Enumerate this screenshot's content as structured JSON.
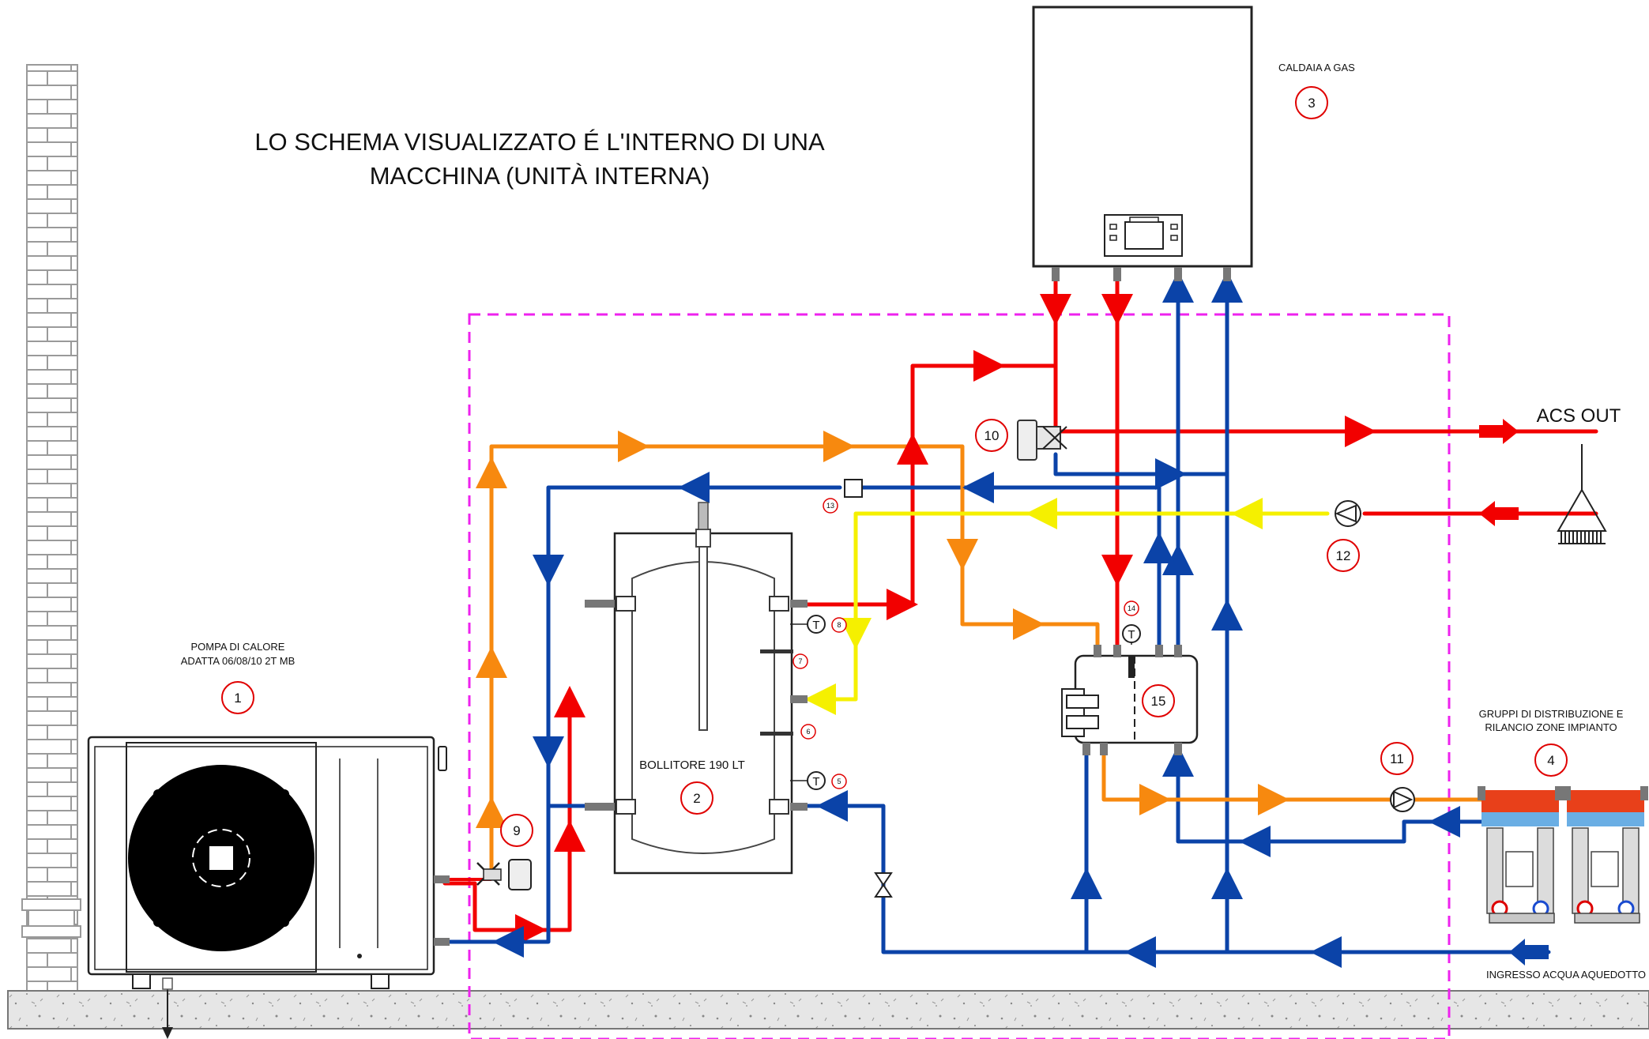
{
  "title": {
    "line1": "LO SCHEMA VISUALIZZATO É L'INTERNO DI UNA",
    "line2": "MACCHINA (UNITÀ INTERNA)"
  },
  "boiler": {
    "label": "CALDAIA A GAS",
    "number": "3"
  },
  "heat_pump": {
    "line1": "POMPA DI CALORE",
    "line2": "ADATTA 06/08/10 2T MB",
    "number": "1"
  },
  "tank": {
    "label": "BOLLITORE 190 LT",
    "number": "2"
  },
  "distribution": {
    "line1": "GRUPPI DI DISTRIBUZIONE E",
    "line2": "RILANCIO ZONE IMPIANTO",
    "number": "4"
  },
  "acs_out": "ACS OUT",
  "water_inlet": "INGRESSO ACQUA AQUEDOTTO",
  "markers": {
    "m5": "5",
    "m6": "6",
    "m7": "7",
    "m8": "8",
    "m9": "9",
    "m10": "10",
    "m11": "11",
    "m12": "12",
    "m13": "13",
    "m14": "14",
    "m15": "15"
  },
  "sensor_symbol": "T",
  "colors": {
    "hot": "#f20000",
    "cold": "#0b43a8",
    "heat_pump_flow": "#f7890f",
    "preheated": "#f5f000",
    "boundary": "#ee22ee",
    "marker": "#e00000"
  }
}
